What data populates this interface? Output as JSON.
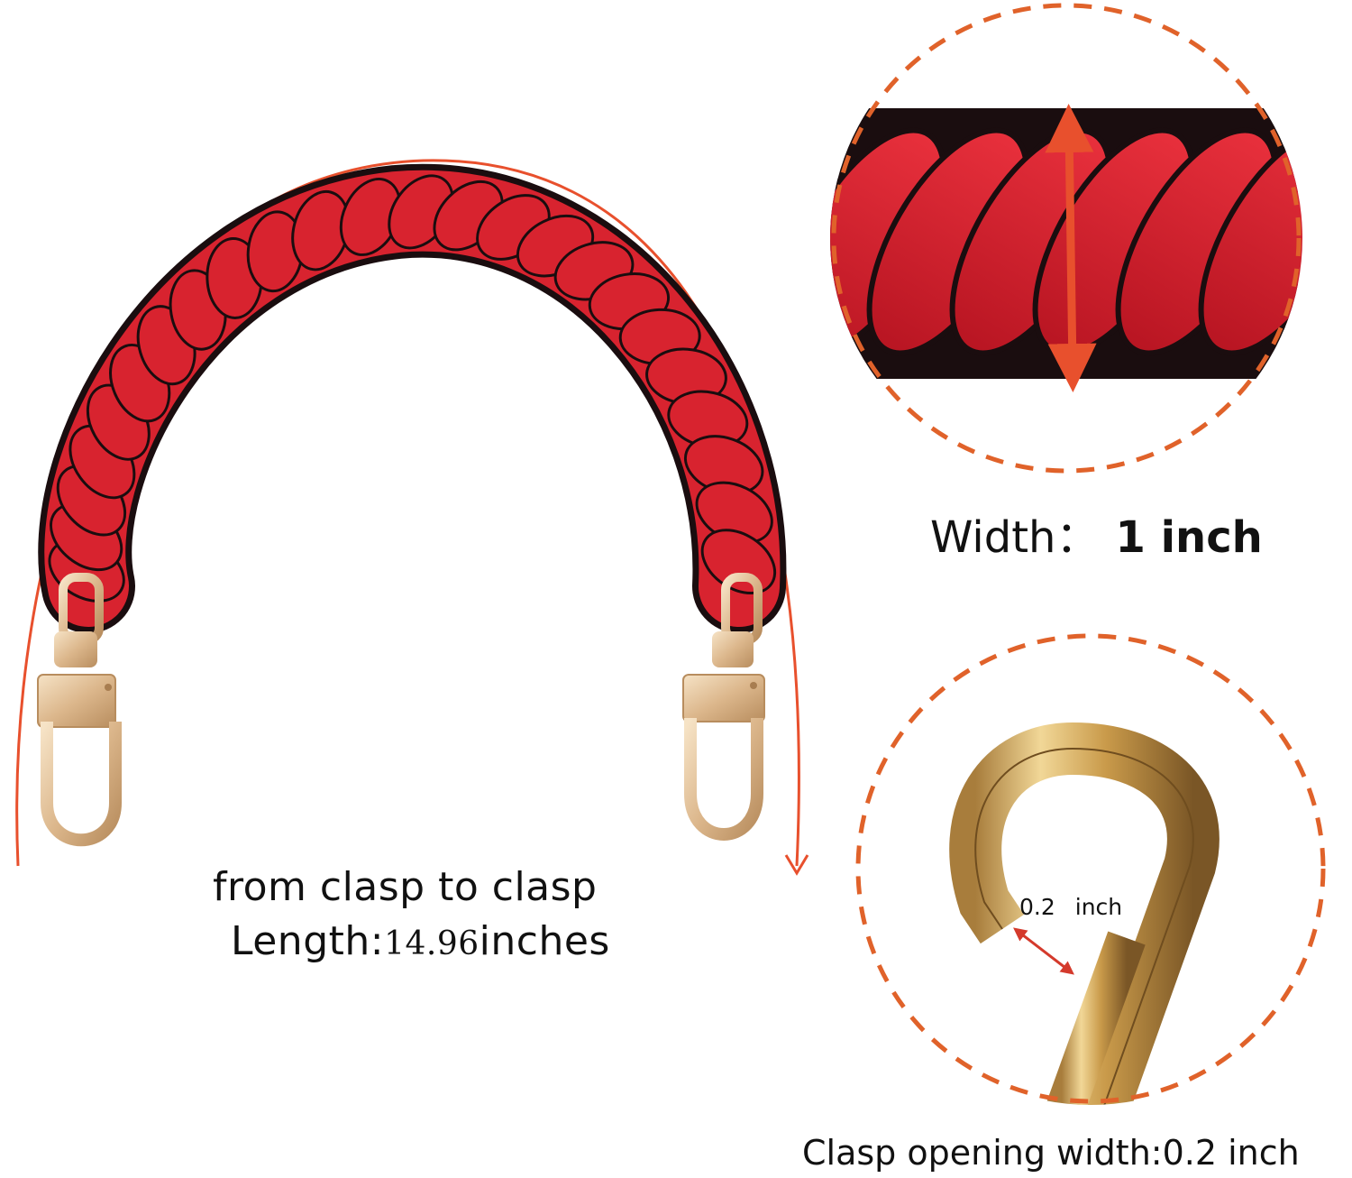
{
  "labels": {
    "length_line1": "from clasp to clasp",
    "length_prefix": "Length:",
    "length_value": "14.96",
    "length_unit": "inches",
    "width_prefix": "Width：",
    "width_value": "1 inch",
    "clasp_gap_value": "0.2",
    "clasp_gap_unit": "inch",
    "clasp_caption": "Clasp opening width:0.2 inch"
  },
  "colors": {
    "leather_red": "#d8232f",
    "leather_edge": "#1a0d0f",
    "gold_hardware": "#e8c9a0",
    "measure_line": "#e8502d",
    "dashed_circle": "#e0622a"
  },
  "icons": {
    "strap": "braided-leather-strap",
    "clasp": "gold-lobster-clasp",
    "measure_arrow": "double-arrow"
  }
}
